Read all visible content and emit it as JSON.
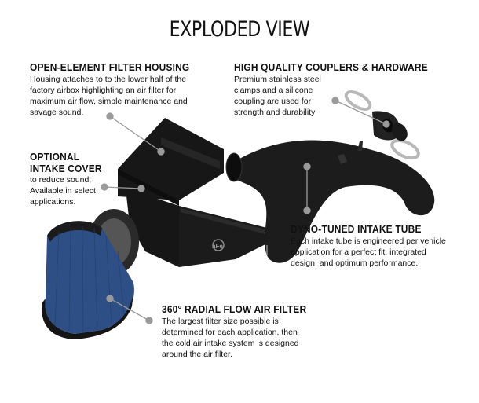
{
  "title": "EXPLODED VIEW",
  "callouts": {
    "housing": {
      "heading": "OPEN-ELEMENT FILTER HOUSING",
      "lines": [
        "Housing attaches to to the lower half of the",
        "factory airbox highlighting an air filter for",
        "maximum air flow, simple maintenance and",
        "savage sound."
      ]
    },
    "couplers": {
      "heading": "HIGH QUALITY COUPLERS & HARDWARE",
      "lines": [
        "Premium stainless steel",
        "clamps and a silicone",
        "coupling are used for",
        "strength and durability"
      ]
    },
    "cover": {
      "heading_lines": [
        "OPTIONAL",
        "INTAKE COVER"
      ],
      "lines": [
        "to reduce sound;",
        "Available in select",
        "applications."
      ]
    },
    "tube": {
      "heading": "DYNO-TUNED INTAKE TUBE",
      "lines": [
        "Each intake tube is engineered per vehicle",
        "application for a perfect fit, integrated",
        "design, and optimum performance."
      ]
    },
    "filter": {
      "heading": "360° RADIAL FLOW AIR FILTER",
      "lines": [
        "The largest filter size possible is",
        "determined for each application, then",
        "the cold air intake system is designed",
        "around the air filter."
      ]
    }
  },
  "colors": {
    "part": "#1a1a1a",
    "filter": "#2e4f86",
    "leader": "#9a9a9a",
    "metal": "#b8b8b8"
  }
}
